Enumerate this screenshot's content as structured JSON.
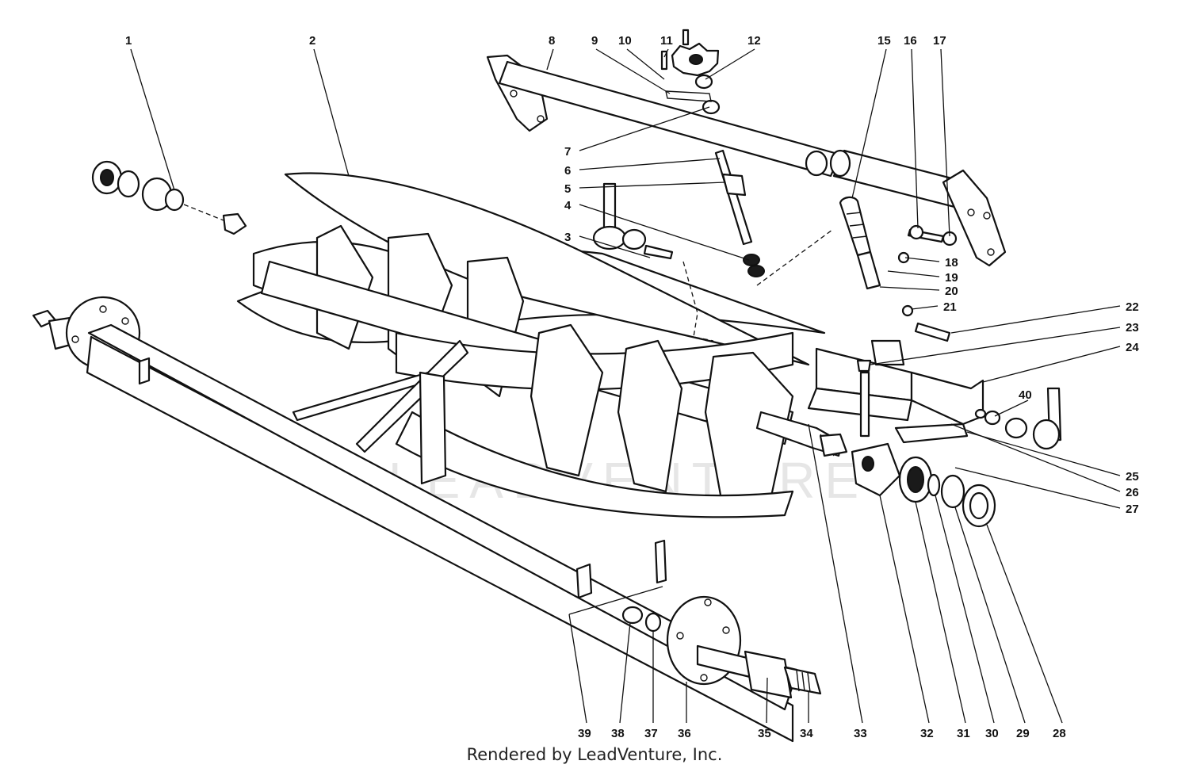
{
  "callouts": [
    "1",
    "2",
    "3",
    "4",
    "5",
    "6",
    "7",
    "8",
    "9",
    "10",
    "11",
    "12",
    "15",
    "16",
    "17",
    "18",
    "19",
    "20",
    "21",
    "22",
    "23",
    "24",
    "25",
    "26",
    "27",
    "28",
    "29",
    "30",
    "31",
    "32",
    "33",
    "34",
    "35",
    "36",
    "37",
    "38",
    "39",
    "40"
  ],
  "watermark": "LEADVENTURE",
  "footer": "Rendered by LeadVenture, Inc."
}
